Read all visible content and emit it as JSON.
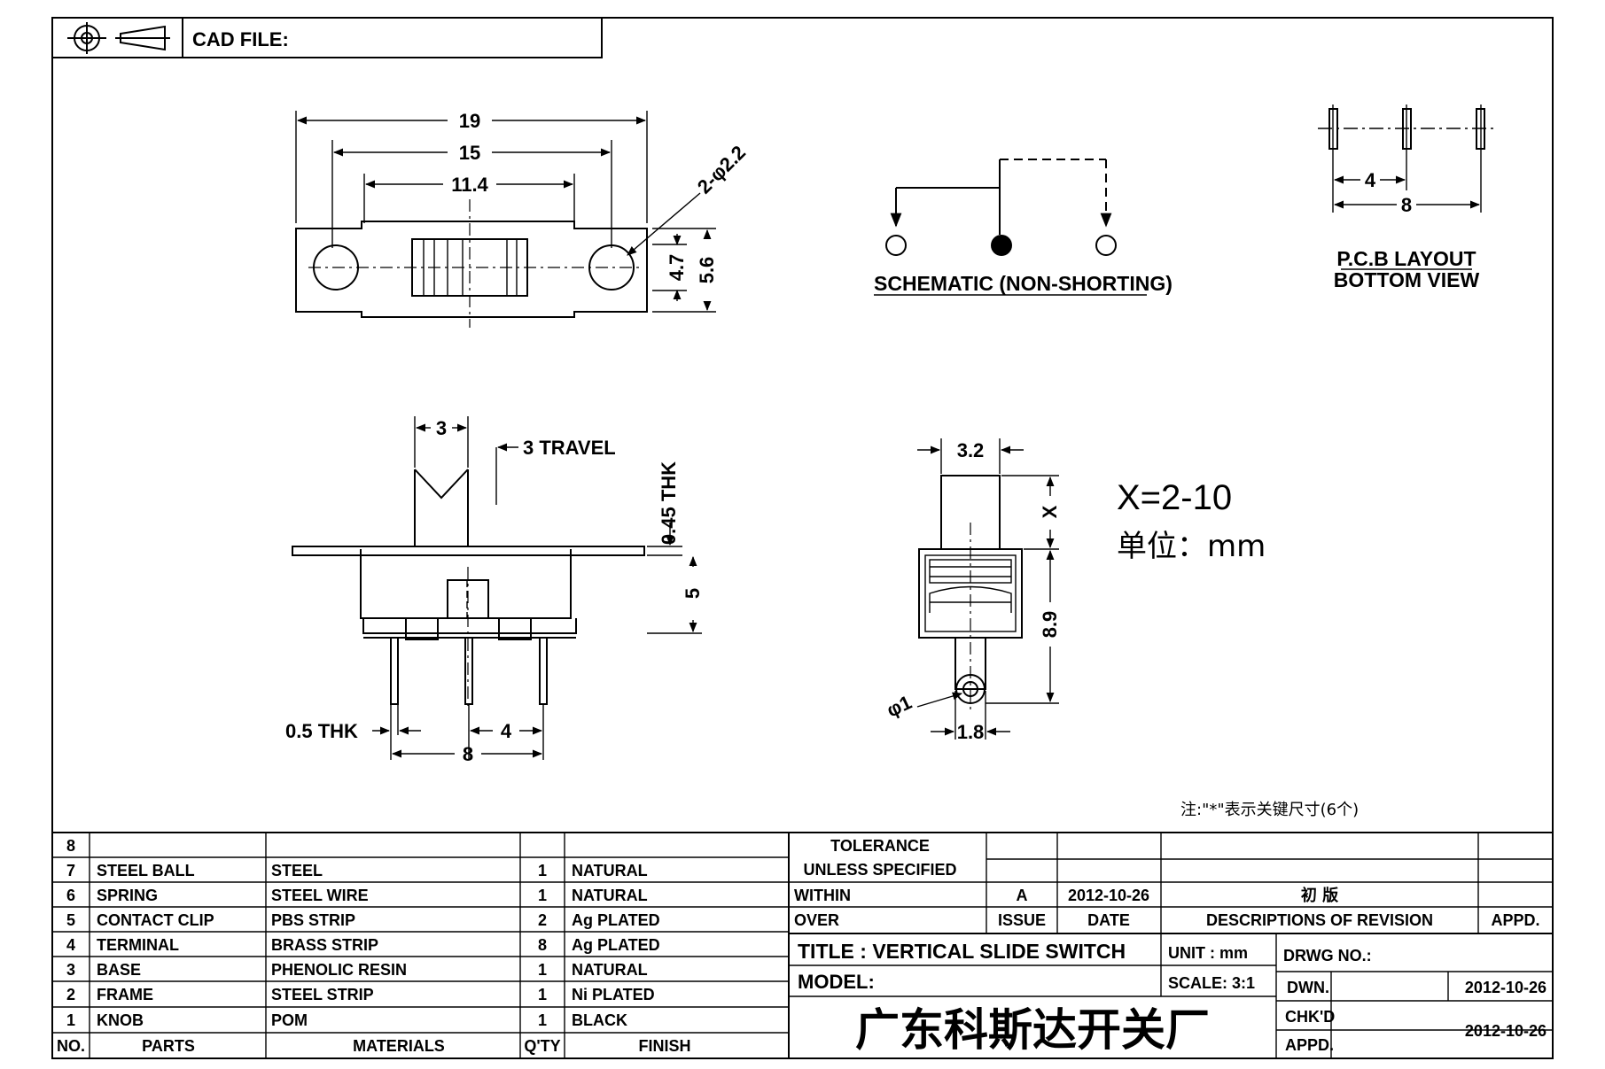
{
  "title_block": {
    "cad_file_label": "CAD FILE:",
    "tolerance_line1": "TOLERANCE",
    "tolerance_line2": "UNLESS  SPECIFIED",
    "within": "WITHIN",
    "over": "OVER",
    "revision_issue": "A",
    "revision_date": "2012-10-26",
    "revision_desc": "初  版",
    "issue_label": "ISSUE",
    "date_label": "DATE",
    "desc_label": "DESCRIPTIONS OF REVISION",
    "appd_label": "APPD.",
    "title": "TITLE :  VERTICAL SLIDE SWITCH",
    "unit": "UNIT :  mm",
    "drwg_no": "DRWG NO.:",
    "model": "MODEL:",
    "scale": "SCALE:  3:1",
    "dwn_label": "DWN.",
    "dwn_date": "2012-10-26",
    "chkd_label": "CHK'D",
    "chkd_date": "2012-10-26",
    "appd2_label": "APPD.",
    "company": "广东科斯达开关厂"
  },
  "bom": {
    "headers": {
      "no": "NO.",
      "parts": "PARTS",
      "materials": "MATERIALS",
      "qty": "Q'TY",
      "finish": "FINISH"
    },
    "rows": [
      {
        "no": "8",
        "part": "",
        "material": "",
        "qty": "",
        "finish": ""
      },
      {
        "no": "7",
        "part": "STEEL BALL",
        "material": "STEEL",
        "qty": "1",
        "finish": "NATURAL"
      },
      {
        "no": "6",
        "part": "SPRING",
        "material": "STEEL WIRE",
        "qty": "1",
        "finish": "NATURAL"
      },
      {
        "no": "5",
        "part": "CONTACT CLIP",
        "material": "PBS STRIP",
        "qty": "2",
        "finish": "Ag PLATED"
      },
      {
        "no": "4",
        "part": "TERMINAL",
        "material": "BRASS STRIP",
        "qty": "8",
        "finish": "Ag PLATED"
      },
      {
        "no": "3",
        "part": "BASE",
        "material": "PHENOLIC RESIN",
        "qty": "1",
        "finish": "NATURAL"
      },
      {
        "no": "2",
        "part": "FRAME",
        "material": "STEEL STRIP",
        "qty": "1",
        "finish": "Ni PLATED"
      },
      {
        "no": "1",
        "part": "KNOB",
        "material": "POM",
        "qty": "1",
        "finish": "BLACK"
      }
    ]
  },
  "top_view": {
    "dim_19": "19",
    "dim_15": "15",
    "dim_11_4": "11.4",
    "hole_callout": "2-φ2.2",
    "dim_4_7": "4.7",
    "dim_5_6": "5.6"
  },
  "schematic": {
    "label": "SCHEMATIC (NON-SHORTING)"
  },
  "pcb": {
    "dim_4": "4",
    "dim_8": "8",
    "label1": "P.C.B LAYOUT",
    "label2": "BOTTOM VIEW"
  },
  "front_view": {
    "dim_3": "3",
    "travel": "3 TRAVEL",
    "thk_045": "0.45 THK",
    "dim_5": "5",
    "thk_05": "0.5 THK",
    "dim_4": "4",
    "dim_8": "8"
  },
  "side_view": {
    "dim_3_2": "3.2",
    "dim_x": "X",
    "dim_8_9": "8.9",
    "dia_1": "φ1",
    "dim_1_8": "1.8"
  },
  "notes": {
    "x_range": "X=2-10",
    "unit_cn": "单位：mm",
    "key_note": "注:\"*\"表示关键尺寸(6个)"
  }
}
